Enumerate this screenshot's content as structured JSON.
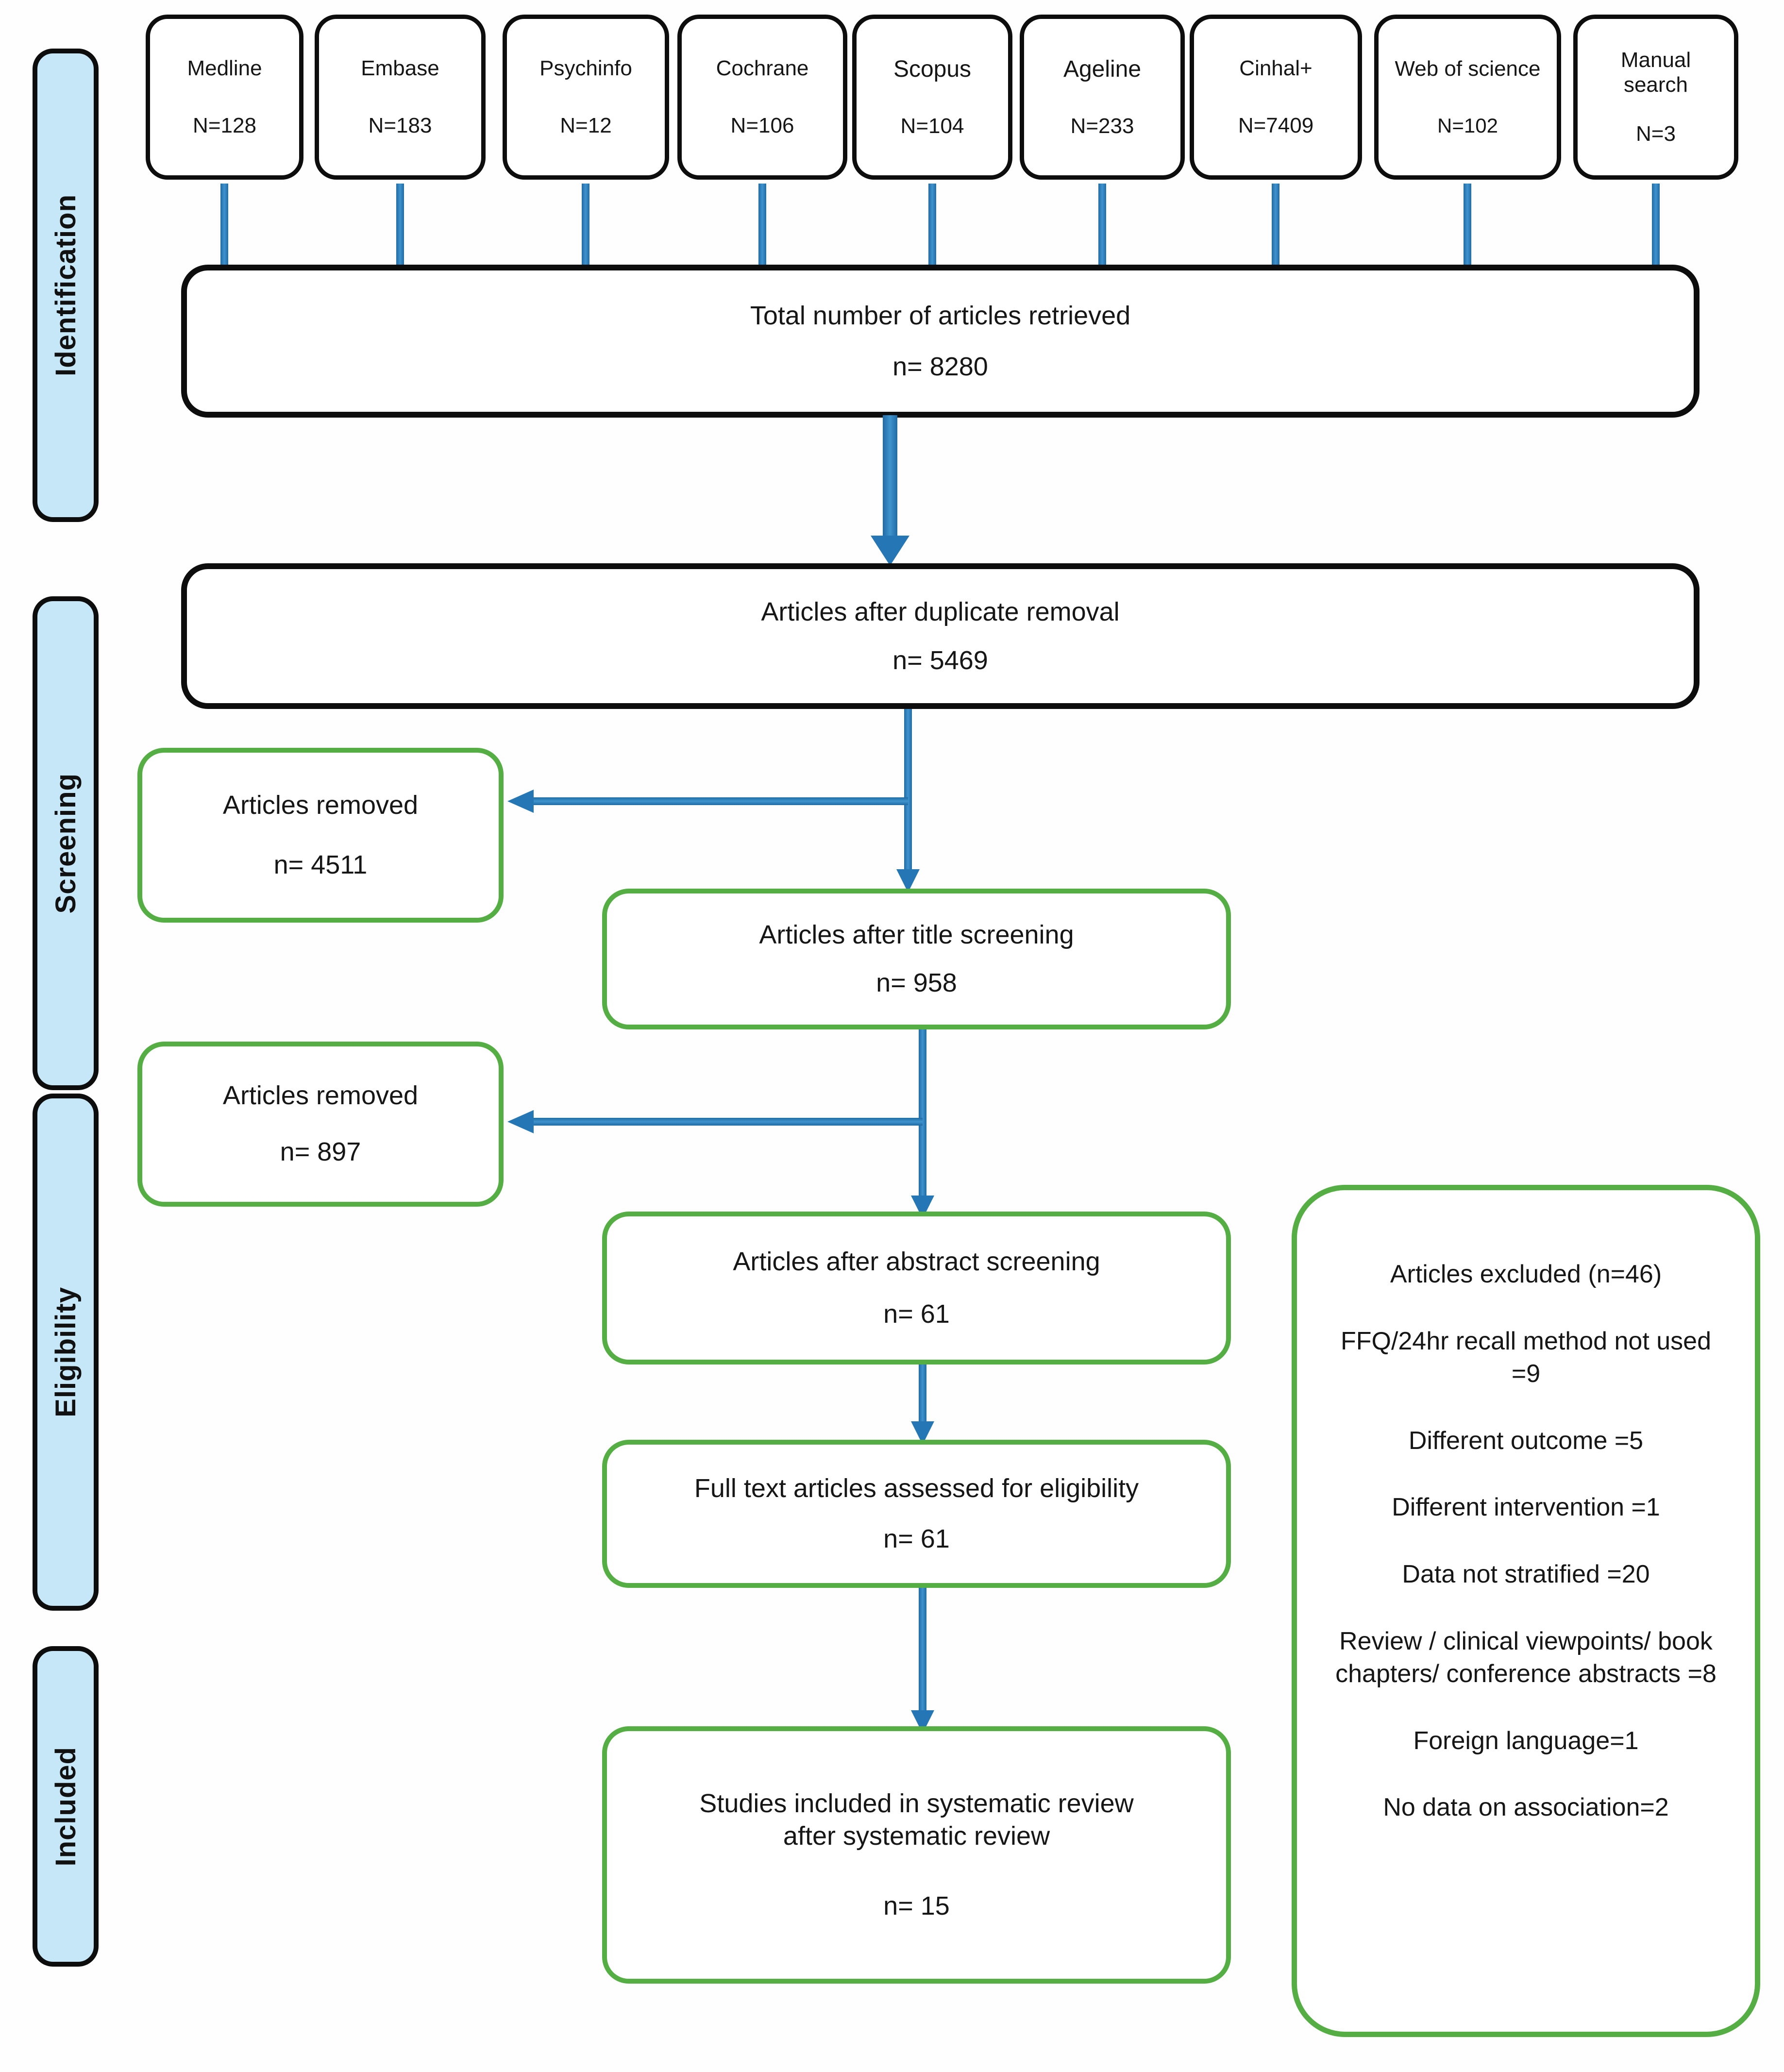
{
  "palette": {
    "arrow_blue": "#2576b4",
    "green_border": "#54ae43",
    "black_border": "#0d0d0d",
    "sidebar_fill": "#c6e7f7"
  },
  "sidebar": {
    "stages": [
      {
        "label": "Identification"
      },
      {
        "label": "Screening"
      },
      {
        "label": "Eligibility"
      },
      {
        "label": "Included"
      }
    ]
  },
  "sources": [
    {
      "name": "Medline",
      "count": "N=128"
    },
    {
      "name": "Embase",
      "count": "N=183"
    },
    {
      "name": "Psychinfo",
      "count": "N=12"
    },
    {
      "name": "Cochrane",
      "count": "N=106"
    },
    {
      "name": "Scopus",
      "count": "N=104"
    },
    {
      "name": "Ageline",
      "count": "N=233"
    },
    {
      "name": "Cinhal+",
      "count": "N=7409"
    },
    {
      "name": "Web of science",
      "count": "N=102"
    },
    {
      "name": "Manual search",
      "count": "N=3"
    }
  ],
  "flow": {
    "total_retrieved": {
      "label": "Total number of articles retrieved",
      "n": "n= 8280"
    },
    "after_duplicate_removal": {
      "label": "Articles after duplicate removal",
      "n": "n= 5469"
    },
    "removed_title": {
      "label": "Articles removed",
      "n": "n= 4511"
    },
    "after_title_screening": {
      "label": "Articles after title screening",
      "n": "n= 958"
    },
    "removed_abstract": {
      "label": "Articles removed",
      "n": "n= 897"
    },
    "after_abstract_screening": {
      "label": "Articles after abstract screening",
      "n": "n= 61"
    },
    "full_text_assessed": {
      "label": "Full text articles assessed for eligibility",
      "n": "n= 61"
    },
    "included_studies": {
      "label_line1": "Studies included in systematic review",
      "label_line2": "after systematic review",
      "n": "n= 15"
    }
  },
  "exclusions": {
    "title": "Articles excluded (n=46)",
    "reasons": [
      "FFQ/24hr recall method not used =9",
      "Different outcome =5",
      "Different intervention =1",
      "Data not stratified =20",
      "Review / clinical viewpoints/ book chapters/ conference abstracts =8",
      "Foreign language=1",
      "No data on association=2"
    ]
  }
}
